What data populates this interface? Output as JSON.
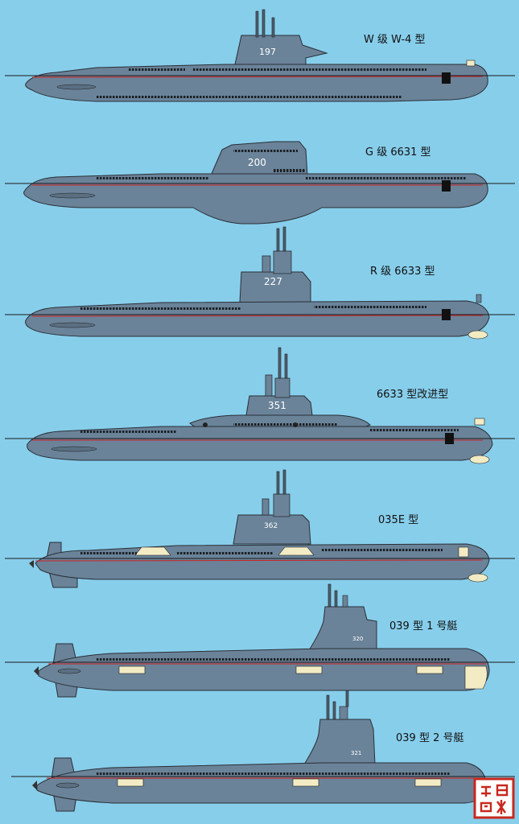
{
  "title": "",
  "colors": {
    "background": "#87CEEB",
    "hull": "#6A8399",
    "hull_stroke": "#2a2f36",
    "waterline": "#cc2222",
    "sea_line": "#1a1a1a",
    "hatch_light": "#F2EBC4",
    "seal": "#c8281e"
  },
  "submarines": [
    {
      "name": "W 级 W-4 型",
      "hull_number": "197"
    },
    {
      "name": "G 级  6631 型",
      "hull_number": "200"
    },
    {
      "name": "R 级 6633 型",
      "hull_number": "227"
    },
    {
      "name": "6633 型改进型",
      "hull_number": "351"
    },
    {
      "name": "035E 型",
      "hull_number": "362"
    },
    {
      "name": "039 型 1 号艇",
      "hull_number": "320"
    },
    {
      "name": "039 型 2 号艇",
      "hull_number": "321"
    }
  ],
  "seal_icon": "red-seal-stamp-icon"
}
